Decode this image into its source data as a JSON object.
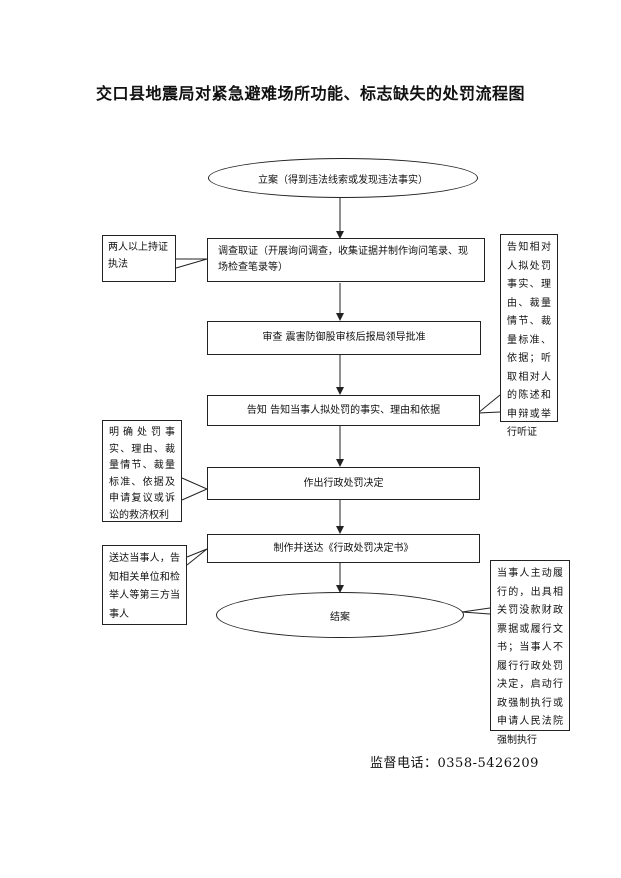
{
  "title": "交口县地震局对紧急避难场所功能、标志缺失的处罚流程图",
  "steps": {
    "filing": "立案（得到违法线索或发现违法事实）",
    "investigation": "调查取证（开展询问调查，收集证据并制作询问笔录、现场检查笔录等）",
    "review": "审查  震害防御股审核后报局领导批准",
    "notify": "告知  告知当事人拟处罚的事实、理由和依据",
    "decision": "作出行政处罚决定",
    "deliver": "制作并送达《行政处罚决定书》",
    "close": "结案"
  },
  "notes": {
    "two_persons": "两人以上持证执法",
    "notify_rights": "告知相对人拟处罚事实、理由、裁量情节、裁量标准、依据；听取相对人的陈述和申辩或举行听证",
    "decision_rights": "明确处罚事实、理由、裁量情节、裁量标准、依据及申请复议或诉讼的救济权利",
    "deliver_parties": "送达当事人，告知相关单位和检举人等第三方当事人",
    "enforcement": "当事人主动履行的，出具相关罚没款财政票据或履行文书；当事人不履行行政处罚决定，启动行政强制执行或申请人民法院强制执行"
  },
  "contact": "监督电话：0358-5426209"
}
